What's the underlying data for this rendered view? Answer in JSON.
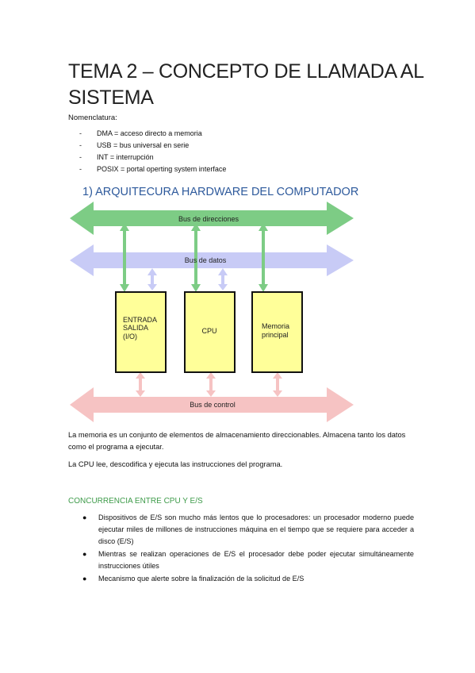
{
  "title": "TEMA 2 – CONCEPTO DE LLAMADA AL SISTEMA",
  "nomenclature": {
    "label": "Nomenclatura:",
    "items": [
      "DMA = acceso directo a memoria",
      "USB = bus universal en serie",
      "INT = interrupción",
      "POSIX = portal operting system interface"
    ]
  },
  "section1": {
    "heading": "1) ARQUITECURA HARDWARE DEL COMPUTADOR",
    "diagram": {
      "bus_address": "Bus de direcciones",
      "bus_data": "Bus de datos",
      "bus_control": "Bus de control",
      "box_io": [
        "ENTRADA",
        "SALIDA",
        "(I/O)"
      ],
      "box_cpu": "CPU",
      "box_mem": [
        "Memoria",
        "principal"
      ],
      "colors": {
        "address": "#7dcc85",
        "data": "#c8cbf6",
        "control": "#f6c3c3",
        "box_fill": "#ffff99"
      }
    },
    "paragraphs": [
      "La memoria es un conjunto de elementos de almacenamiento direccionables. Almacena tanto los datos como el programa a ejecutar.",
      "La CPU lee, descodifica y ejecuta las instrucciones del programa."
    ]
  },
  "section2": {
    "heading": "CONCURRENCIA ENTRE CPU Y E/S",
    "bullets": [
      "Dispositivos de E/S son mucho más lentos que lo procesadores: un procesador moderno puede ejecutar miles de millones de instrucciones máquina en el tiempo que se requiere para acceder a disco (E/S)",
      "Mientras se realizan operaciones de E/S el procesador debe poder ejecutar simultáneamente instrucciones útiles",
      "Mecanismo que alerte sobre la finalización de la solicitud de E/S"
    ]
  }
}
